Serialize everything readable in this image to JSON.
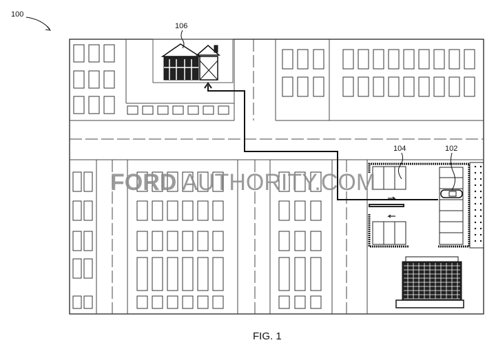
{
  "figure": {
    "caption": "FIG. 1",
    "ref_overall": "100",
    "ref_house": "106",
    "ref_parking_spot": "104",
    "ref_vehicle": "102"
  },
  "watermark": {
    "brand": "FORD",
    "rest": "AUTHORITY.COM"
  },
  "colors": {
    "line": "#222222",
    "watermark": "#8a8a8a"
  }
}
